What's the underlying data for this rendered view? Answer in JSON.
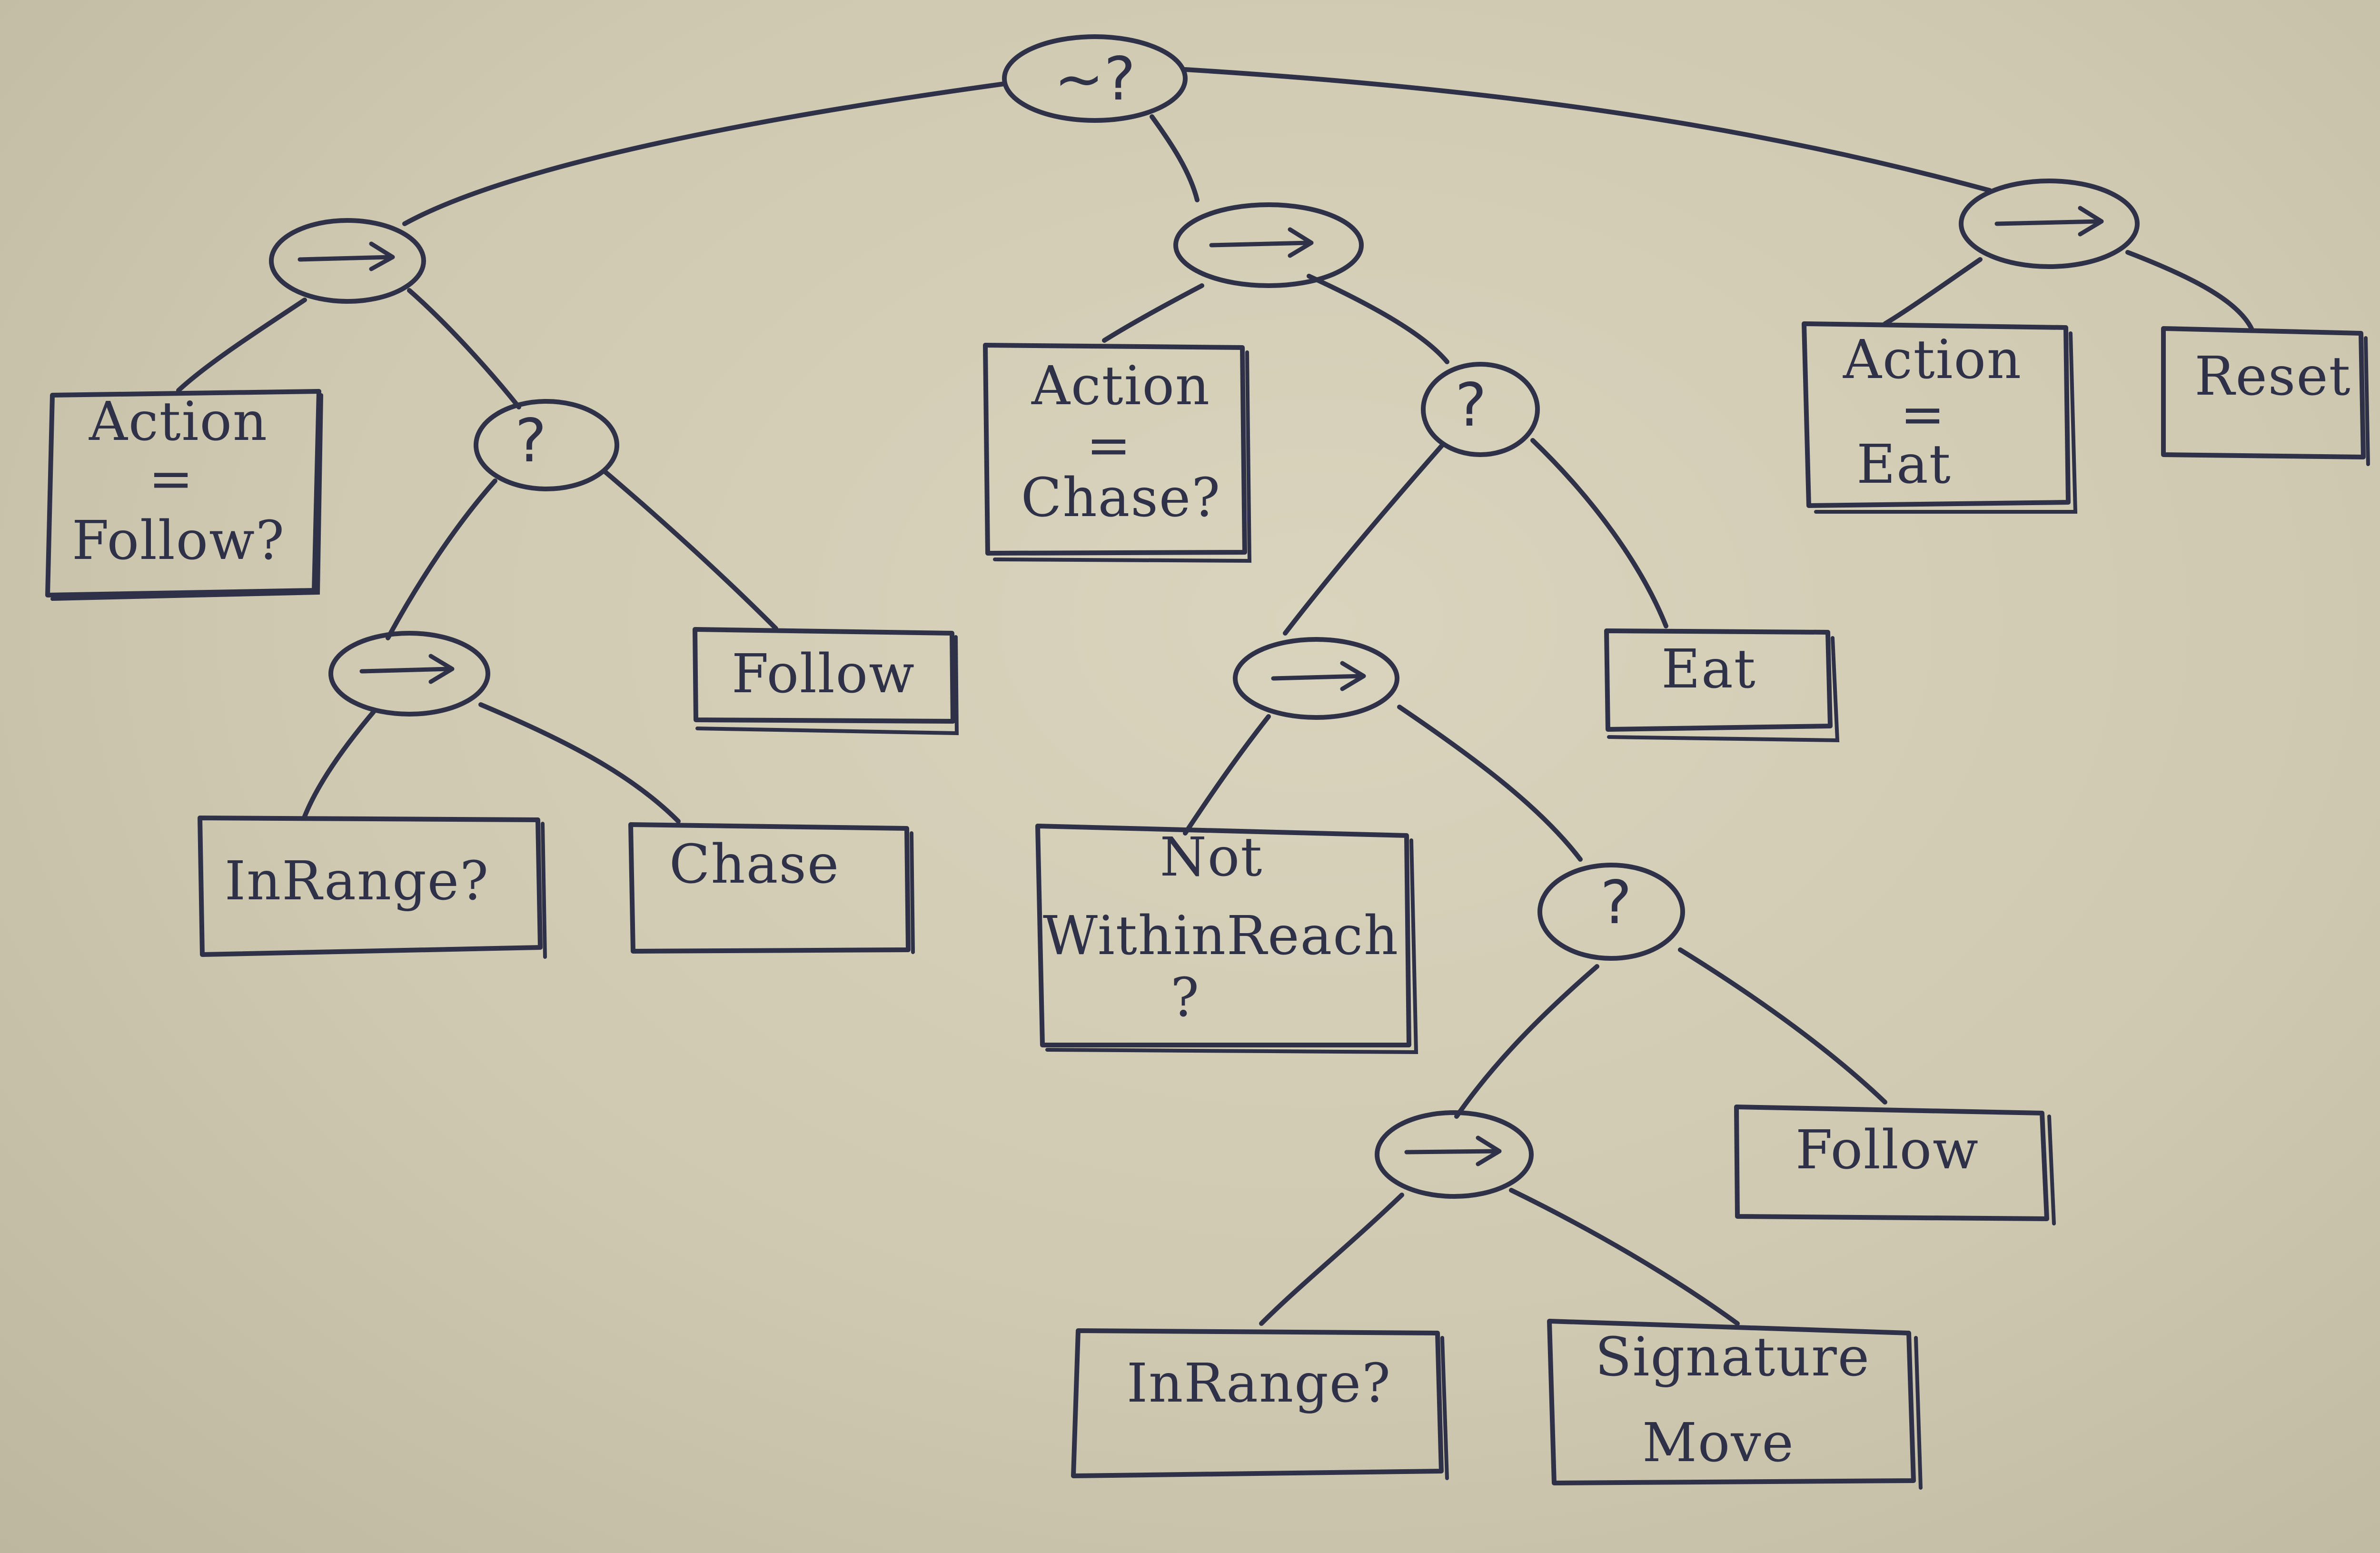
{
  "root": {
    "symbol": "~?"
  },
  "branch_left": {
    "sequence": {
      "symbol": "→"
    },
    "condition": {
      "line1": "Action",
      "line2": "=",
      "line3": "Follow?"
    },
    "selector": {
      "symbol": "?"
    },
    "inner_sequence": {
      "symbol": "→"
    },
    "in_range": {
      "label": "InRange?"
    },
    "chase": {
      "label": "Chase"
    },
    "follow": {
      "label": "Follow"
    }
  },
  "branch_middle": {
    "sequence": {
      "symbol": "→"
    },
    "condition": {
      "line1": "Action",
      "line2": "=",
      "line3": "Chase?"
    },
    "selector": {
      "symbol": "?"
    },
    "eat": {
      "label": "Eat"
    },
    "reach_sequence": {
      "symbol": "→"
    },
    "not_within_reach": {
      "line1": "Not",
      "line2": "WithinReach",
      "line3": "?"
    },
    "inner_selector": {
      "symbol": "?"
    },
    "follow": {
      "label": "Follow"
    },
    "inner_sequence": {
      "symbol": "→"
    },
    "in_range": {
      "label": "InRange?"
    },
    "signature_move": {
      "line1": "Signature",
      "line2": "Move"
    }
  },
  "branch_right": {
    "sequence": {
      "symbol": "→"
    },
    "action_eat": {
      "line1": "Action",
      "line2": "=",
      "line3": "Eat"
    },
    "reset": {
      "label": "Reset"
    }
  }
}
